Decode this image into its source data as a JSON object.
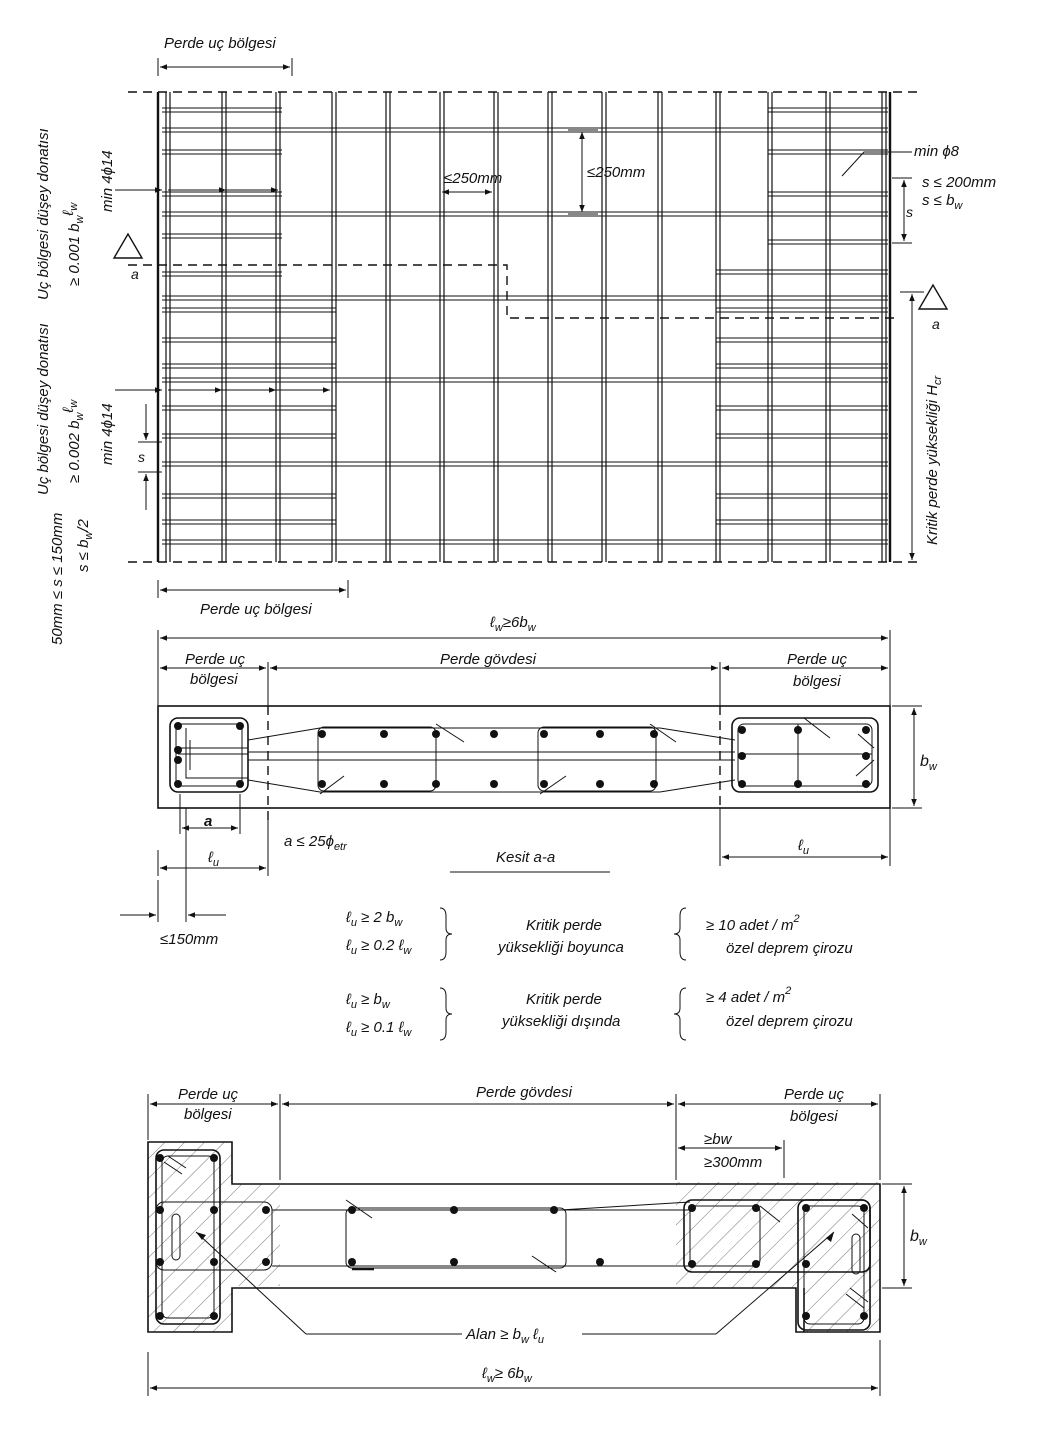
{
  "elevation": {
    "top_end_zone": "Perde uç bölgesi",
    "bottom_end_zone": "Perde uç bölgesi",
    "upper_left_a": "Uç bölgesi düşey donatısı",
    "upper_left_b": "≥ 0.001 b",
    "upper_left_b_sub1": "w",
    "upper_left_b_mid": "ℓ",
    "upper_left_b_sub2": "w",
    "upper_left_c": "min 4ϕ14",
    "lower_left_a": "Uç bölgesi düşey donatısı",
    "lower_left_b": "≥ 0.002 b",
    "lower_left_b_sub1": "w",
    "lower_left_b_mid": "ℓ",
    "lower_left_b_sub2": "w",
    "lower_left_c": "min 4ϕ14",
    "spacing_a": "50mm ≤ s ≤ 150mm",
    "spacing_b": "s ≤ b",
    "spacing_b_sub": "w",
    "spacing_b_tail": "/2",
    "s_label": "s",
    "horizontal_spacing": "≤250mm",
    "vertical_spacing": "≤250mm",
    "min_bar": "min ϕ8",
    "right_s1": "s ≤ 200mm",
    "right_s2": "s ≤ b",
    "right_s2_sub": "w",
    "right_s": "s",
    "section_mark": "a",
    "critical_height": "Kritik perde yüksekliği H",
    "critical_height_sub": "cr"
  },
  "section": {
    "total_length": "ℓ",
    "total_length_sub": "w",
    "total_length_tail": "≥6b",
    "total_length_tail_sub": "w",
    "left_zone_1": "Perde uç",
    "left_zone_2": "bölgesi",
    "web": "Perde gövdesi",
    "right_zone_1": "Perde uç",
    "right_zone_2": "bölgesi",
    "bw": "b",
    "bw_sub": "w",
    "a_label": "a",
    "tie_rule": "a ≤ 25ϕ",
    "tie_rule_sub": "etr",
    "lu_left": "ℓ",
    "lu_left_sub": "u",
    "lu_right": "ℓ",
    "lu_right_sub": "u",
    "cover": "≤150mm",
    "caption": "Kesit a-a"
  },
  "rules": {
    "r1a": "ℓ",
    "r1a_sub": "u",
    "r1a_tail": " ≥ 2 b",
    "r1a_tail_sub": "w",
    "r1b": "ℓ",
    "r1b_sub": "u",
    "r1b_tail": " ≥ 0.2 ℓ",
    "r1b_tail_sub": "w",
    "c1a": "Kritik perde",
    "c1b": "yüksekliği boyunca",
    "d1a": "≥ 10 adet / m",
    "d1a_sup": "2",
    "d1b": "özel deprem çirozu",
    "r2a": "ℓ",
    "r2a_sub": "u",
    "r2a_tail": " ≥ b",
    "r2a_tail_sub": "w",
    "r2b": "ℓ",
    "r2b_sub": "u",
    "r2b_tail": " ≥ 0.1 ℓ",
    "r2b_tail_sub": "w",
    "c2a": "Kritik perde",
    "c2b": "yüksekliği dışında",
    "d2a": "≥ 4 adet / m",
    "d2a_sup": "2",
    "d2b": "özel deprem çirozu"
  },
  "flanged": {
    "left_zone_1": "Perde uç",
    "left_zone_2": "bölgesi",
    "web": "Perde gövdesi",
    "right_zone_1": "Perde uç",
    "right_zone_2": "bölgesi",
    "dim1": "≥bw",
    "dim2": "≥300mm",
    "bw": "b",
    "bw_sub": "w",
    "area": "Alan ≥ b",
    "area_sub1": "w",
    "area_mid": " ℓ",
    "area_sub2": "u",
    "total_length": "ℓ",
    "total_length_sub": "w",
    "total_length_tail": "≥ 6b",
    "total_length_tail_sub": "w"
  }
}
